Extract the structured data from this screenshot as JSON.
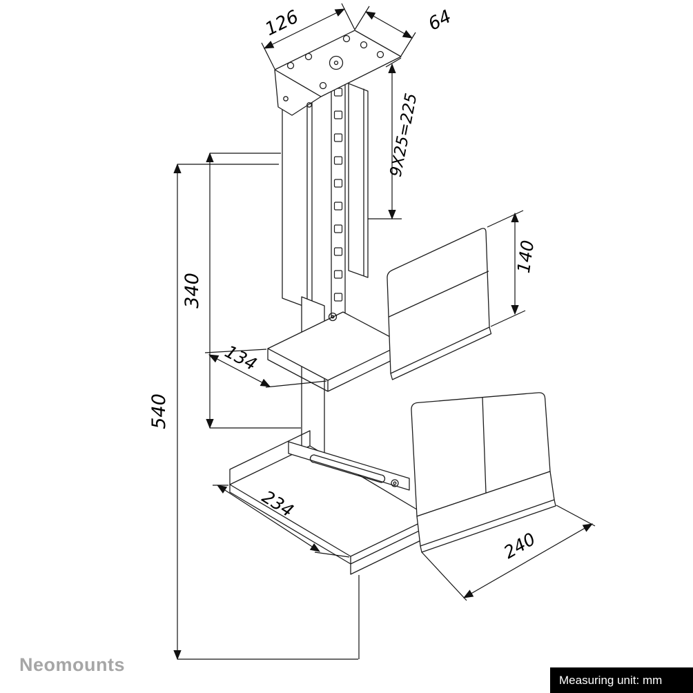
{
  "drawing": {
    "type": "technical-dimension-drawing",
    "subject": "under-desk CPU holder with mounting plate, adjustable column and CPU clamp",
    "dimensions": {
      "plate_width": {
        "label": "126"
      },
      "plate_depth": {
        "label": "64"
      },
      "slot_pattern": {
        "label": "9X25=225"
      },
      "column_travel": {
        "label": "340"
      },
      "total_height": {
        "label": "540"
      },
      "clamp_plate_height": {
        "label": "140"
      },
      "shelf_depth": {
        "label": "134"
      },
      "base_depth": {
        "label": "234"
      },
      "base_width": {
        "label": "240"
      }
    }
  },
  "footer": {
    "brand": "Neomounts",
    "measuring_unit": "Measuring unit: mm"
  },
  "colors": {
    "line": "#1c1c1c",
    "dimension_text": "#000000",
    "brand_text": "#a6a6a6",
    "badge_background": "#000000",
    "badge_text": "#ffffff",
    "background": "#ffffff"
  }
}
